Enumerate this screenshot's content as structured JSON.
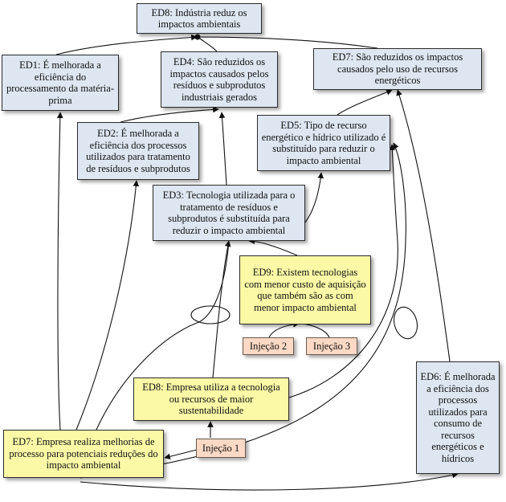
{
  "nodes": {
    "ed8_top": "ED8: Indústria reduz os impactos ambientais",
    "ed1": "ED1: É melhorada a eficiência do processamento da matéria-prima",
    "ed4": "ED4: São reduzidos os impactos causados pelos resíduos e subprodutos industriais gerados",
    "ed7_top": "ED7: São reduzidos os impactos causados pelo uso de recursos energéticos",
    "ed2": "ED2: É melhorada a eficiência dos processos utilizados para tratamento de resíduos e subprodutos",
    "ed5": "ED5: Tipo de recurso energético e hídrico utilizado é substituído para reduzir o impacto ambiental",
    "ed3": "ED3: Tecnologia utilizada para o tratamento de resíduos e subprodutos é substituída para reduzir o impacto ambiental",
    "ed9": "ED9: Existem tecnologias com menor custo de aquisição que também são as com menor impacto ambiental",
    "inj2": "Injeção 2",
    "inj3": "Injeção 3",
    "ed8_mid": "ED8: Empresa utiliza a tecnologia ou recursos de maior sustentabilidade",
    "ed6": "ED6: É melhorada a eficiência dos processos utilizados para consumo de recursos energéticos e hídricos",
    "ed7_bottom": "ED7: Empresa realiza melhorias de processo para potenciais reduções do impacto ambiental",
    "inj1": "Injeção 1"
  }
}
